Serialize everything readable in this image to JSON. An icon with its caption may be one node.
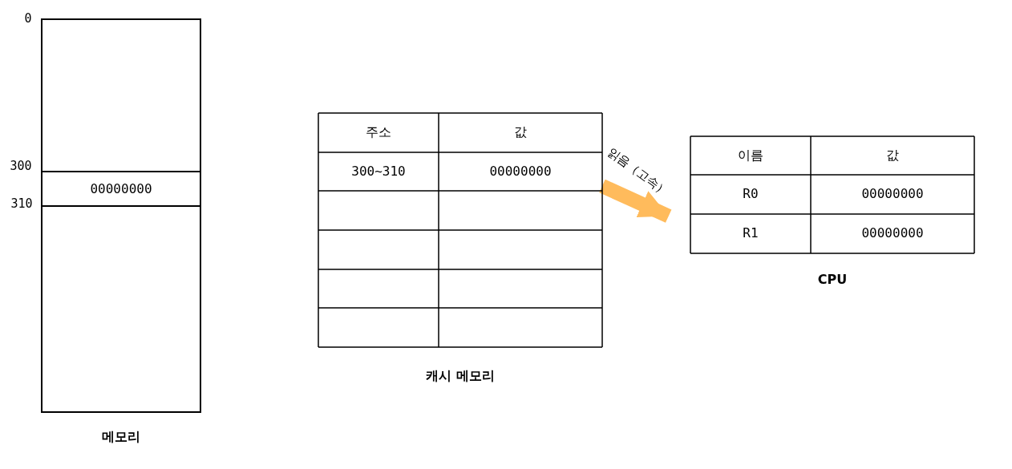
{
  "diagram": {
    "nodes": [
      {
        "text": [
          "메모리"
        ]
      },
      {
        "text": [
          "00000000"
        ],
        "in": 0
      },
      {
        "text": [
          "캐시 메모리"
        ]
      },
      {
        "text": [
          "CPU"
        ]
      }
    ],
    "edges": [
      {
        "from": 2,
        "to": 3,
        "arrow": "to",
        "label": "읽음（고속）",
        "color": "#ffbb5c"
      }
    ],
    "labels": [
      "0",
      "300",
      "310",
      "주소",
      "값",
      "300~310",
      "00000000",
      "이름",
      "값",
      "R0",
      "00000000",
      "R1",
      "00000000"
    ]
  }
}
